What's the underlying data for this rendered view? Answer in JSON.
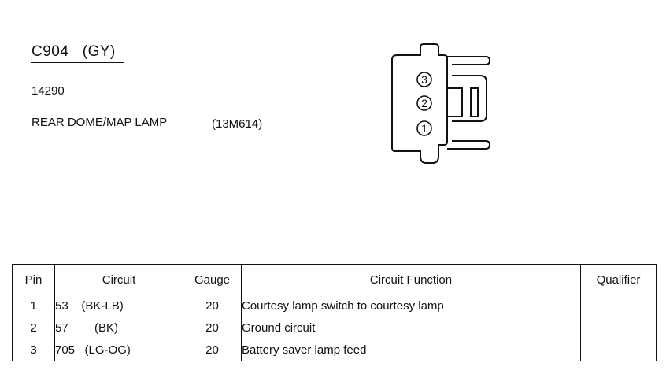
{
  "header": {
    "connector_id": "C904   (GY)",
    "part_number": "14290",
    "description": "REAR DOME/MAP LAMP",
    "description_code": "(13M614)"
  },
  "connector_diagram": {
    "pins": [
      "3",
      "2",
      "1"
    ]
  },
  "table": {
    "headers": {
      "pin": "Pin",
      "circuit": "Circuit",
      "gauge": "Gauge",
      "function": "Circuit Function",
      "qualifier": "Qualifier"
    },
    "rows": [
      {
        "pin": "1",
        "circuit": "53    (BK-LB)",
        "gauge": "20",
        "function": "Courtesy lamp switch to courtesy lamp",
        "qualifier": ""
      },
      {
        "pin": "2",
        "circuit": "57        (BK)",
        "gauge": "20",
        "function": "Ground circuit",
        "qualifier": ""
      },
      {
        "pin": "3",
        "circuit": "705   (LG-OG)",
        "gauge": "20",
        "function": "Battery saver lamp feed",
        "qualifier": ""
      }
    ]
  }
}
